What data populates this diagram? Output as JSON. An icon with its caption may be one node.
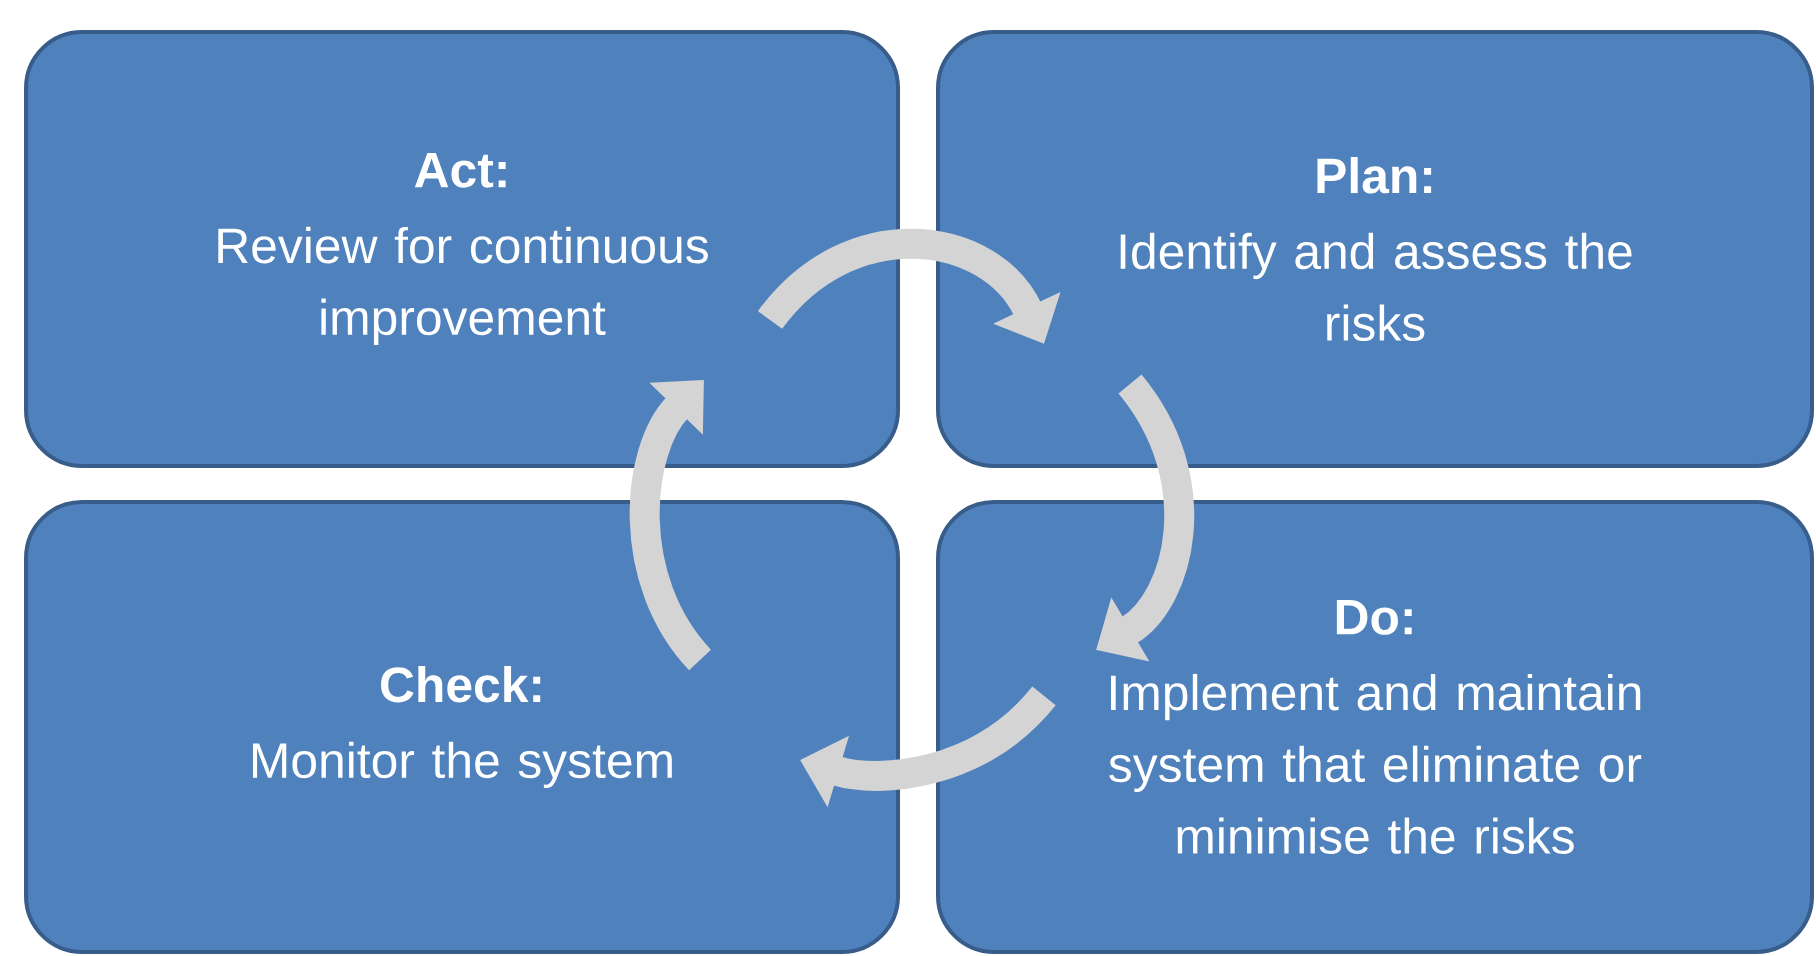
{
  "diagram": {
    "nodes": [
      {
        "text": [
          "Act:",
          "Review for continuous improvement"
        ]
      },
      {
        "text": [
          "Plan:",
          "Identify and assess the risks"
        ]
      },
      {
        "text": [
          "Check:",
          "Monitor the system"
        ]
      },
      {
        "text": [
          "Do:",
          "Implement and maintain system that eliminate or minimise the risks"
        ]
      }
    ],
    "edges": [
      {
        "from": 0,
        "to": 1,
        "arrow": "to"
      },
      {
        "from": 1,
        "to": 3,
        "arrow": "to"
      },
      {
        "from": 3,
        "to": 2,
        "arrow": "to"
      },
      {
        "from": 2,
        "to": 0,
        "arrow": "to"
      }
    ]
  }
}
